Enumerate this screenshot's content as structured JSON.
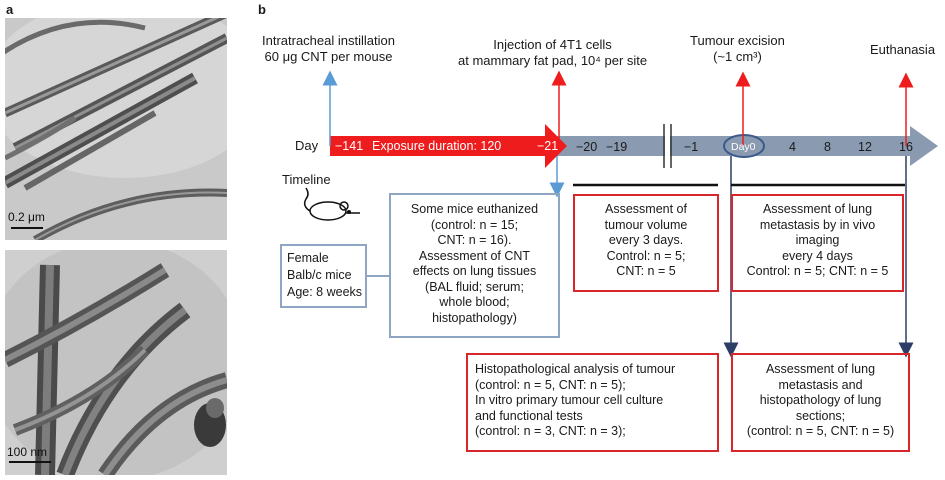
{
  "panel_a": {
    "letter": "a",
    "scale_top": "0.2 μm",
    "scale_bottom": "100 nm"
  },
  "panel_b": {
    "letter": "b",
    "events": {
      "instillation": [
        "Intratracheal instillation",
        "60 μg CNT per mouse"
      ],
      "injection": [
        "Injection of 4T1 cells",
        "at mammary fat pad, 10⁴ per site"
      ],
      "excision": [
        "Tumour excision",
        "(~1 cm³)"
      ],
      "euthanasia": [
        "Euthanasia"
      ]
    },
    "day_label": "Day",
    "timeline_label": "Timeline",
    "exposure": {
      "start": "−141",
      "text": "Exposure duration: 120",
      "end": "−21"
    },
    "day_ticks": [
      "−20",
      "−19",
      "−1",
      "Day0",
      "4",
      "8",
      "12",
      "16"
    ],
    "mouse_box": [
      "Female",
      "Balb/c mice",
      "Age: 8 weeks"
    ],
    "euthanized_box": [
      "Some mice euthanized",
      "(control: n = 15;",
      "CNT: n = 16).",
      "Assessment of CNT",
      "effects on lung tissues",
      "(BAL fluid; serum;",
      "whole blood;",
      "histopathology)"
    ],
    "tumour_volume_box": [
      "Assessment of",
      "tumour volume",
      "every 3 days.",
      "Control: n = 5;",
      "CNT: n = 5"
    ],
    "in_vivo_box": [
      "Assessment of lung",
      "metastasis by in vivo",
      "imaging",
      "every 4 days",
      "Control: n = 5; CNT: n = 5"
    ],
    "histo_tumour_box": [
      "Histopathological analysis of tumour",
      "(control: n = 5, CNT: n = 5);",
      "In vitro primary tumour cell culture",
      "and functional tests",
      "(control: n = 3, CNT: n = 3);"
    ],
    "lung_metastasis_box": [
      "Assessment of lung",
      "metastasis and",
      "histopathology of lung",
      "sections;",
      "(control: n = 5, CNT: n = 5)"
    ],
    "colors": {
      "exposure_arrow": "#ee1c1c",
      "timeline_arrow": "#8a9bb1",
      "red_box": "#d9262b",
      "blue_box": "#8fa6c2",
      "navy_arrow": "#2c3e66",
      "blue_arrow": "#5b9bd5"
    }
  }
}
